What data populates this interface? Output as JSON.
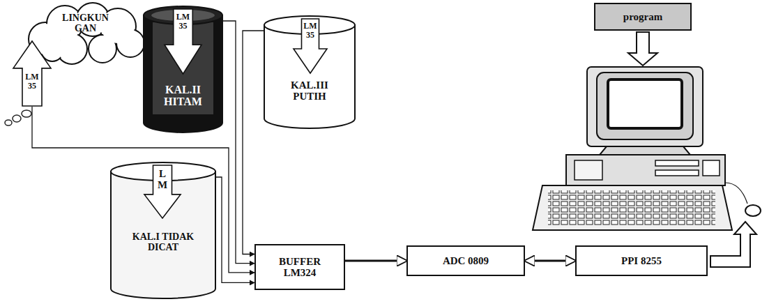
{
  "diagram": {
    "nodes": [
      {
        "text": [
          "LINGKUN GAN"
        ]
      },
      {
        "text": [
          "LM 35"
        ]
      },
      {
        "text": [
          "KAL.II HITAM"
        ]
      },
      {
        "text": [
          "LM 35"
        ],
        "in": 2
      },
      {
        "text": [
          "KAL.III PUTIH"
        ]
      },
      {
        "text": [
          "LM 35"
        ],
        "in": 4
      },
      {
        "text": [
          "program"
        ]
      },
      {
        "text": [
          "KAL.I TIDAK DICAT"
        ]
      },
      {
        "text": [
          "L M"
        ],
        "in": 7
      },
      {
        "text": [
          "BUFFER LM324"
        ]
      },
      {
        "text": [
          "ADC 0809"
        ]
      },
      {
        "text": [
          "PPI 8255"
        ]
      }
    ],
    "edges": [
      {
        "from": 1,
        "to": 9,
        "arrow": "to"
      },
      {
        "from": 3,
        "to": 9,
        "arrow": "to"
      },
      {
        "from": 5,
        "to": 9,
        "arrow": "to"
      },
      {
        "from": 8,
        "to": 9,
        "arrow": "to"
      },
      {
        "from": 9,
        "to": 10,
        "arrow": "to"
      },
      {
        "from": 10,
        "to": 11,
        "arrow": "both"
      }
    ]
  }
}
